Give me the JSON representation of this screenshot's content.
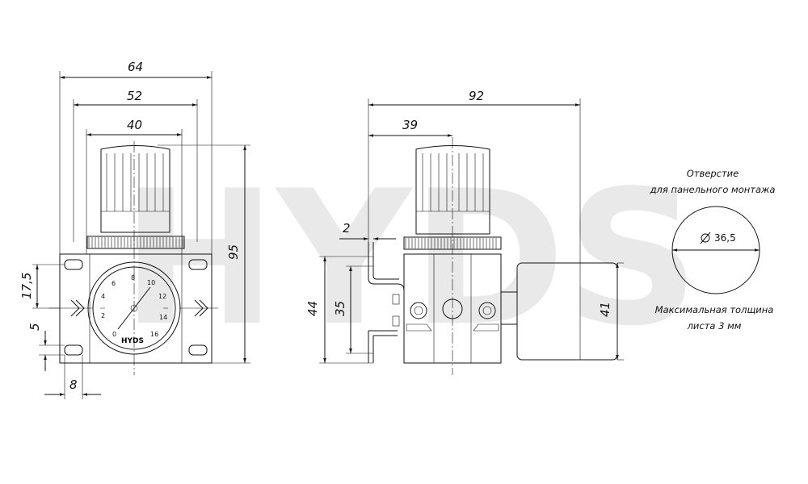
{
  "watermark": "HYDS",
  "front_view": {
    "dims": {
      "width_64": "64",
      "width_52": "52",
      "width_40": "40",
      "height_95": "95",
      "offset_17_5": "17,5",
      "slot_5": "5",
      "slot_8": "8"
    },
    "gauge": {
      "brand": "HYDS",
      "scale": [
        "0",
        "2",
        "4",
        "6",
        "8",
        "10",
        "12",
        "14",
        "16"
      ]
    }
  },
  "side_view": {
    "dims": {
      "depth_92": "92",
      "depth_39": "39",
      "bracket_2": "2",
      "height_44": "44",
      "height_35": "35",
      "gauge_41": "41"
    }
  },
  "panel_note": {
    "title_line1": "Отверстие",
    "title_line2": "для панельного монтажа",
    "diameter": "36,5",
    "bottom_line1": "Максимальная толщина",
    "bottom_line2": "листа 3 мм"
  }
}
